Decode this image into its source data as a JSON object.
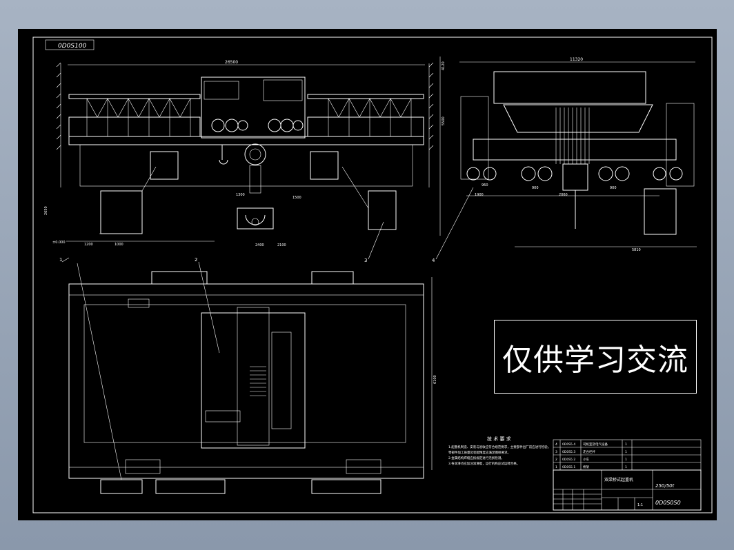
{
  "drawing": {
    "tag": "0D0S100",
    "watermark": "仅供学习交流",
    "views": {
      "front": {
        "span": "26500",
        "heights": [
          "5500",
          "4120"
        ],
        "dims_bottom": [
          "1200",
          "1000",
          "1300",
          "2400",
          "2100",
          "1500"
        ],
        "label_left": "±0.000",
        "mark_left": "2650"
      },
      "side": {
        "width": "11320",
        "dims": [
          "1900",
          "900",
          "960",
          "900",
          "5810",
          "2060"
        ]
      },
      "plan": {
        "width": "6100"
      }
    },
    "callouts": [
      "1",
      "2",
      "3",
      "4"
    ],
    "tech_req": {
      "heading": "技 术 要 求",
      "lines": [
        "1.起重机制造、安装与验收应符合规范要求，主要部件出厂前应进行检验。",
        "  零部件加工质量及装配精度应满足图样要求。",
        "2.金属结构焊缝应按规定进行无损检测。",
        "3.各润滑点应加注润滑脂，运行机构应试运转合格。"
      ]
    },
    "bom": {
      "rows": [
        [
          "4",
          "0D0S5.4",
          "司机室及电气设备",
          "1"
        ],
        [
          "3",
          "0D0S5.3",
          "走台栏杆",
          "1"
        ],
        [
          "2",
          "0D0S5.2",
          "小车",
          "1"
        ],
        [
          "1",
          "0D0S5.1",
          "桥架",
          "1"
        ]
      ]
    },
    "title_block": {
      "name": "双梁桥式起重机",
      "spec": "250/50t",
      "number": "0D0S0S0",
      "scale": "1:1"
    }
  }
}
